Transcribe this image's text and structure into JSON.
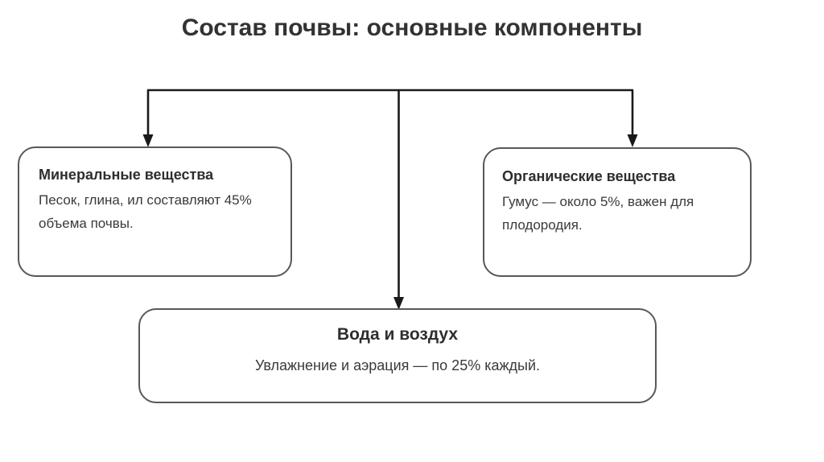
{
  "page": {
    "background_color": "#ffffff",
    "title": "Состав почвы: основные компоненты"
  },
  "theme": {
    "box_border_color": "#585858",
    "connector_color": "#1a1a1a",
    "heading_color": "#2e2e2e",
    "body_color": "#3a3a3a"
  },
  "diagram": {
    "type": "hierarchy",
    "root_label": "Состав почвы: основные компоненты",
    "nodes": [
      {
        "id": "mineral",
        "heading": "Минеральные вещества",
        "body": "Песок, глина, ил составляют 45% объема почвы.",
        "value_percent": 45,
        "align": "left"
      },
      {
        "id": "organic",
        "heading": "Органические вещества",
        "body": "Гумус — около 5%, важен для плодородия.",
        "value_percent": 5,
        "align": "left"
      },
      {
        "id": "water",
        "heading": "Вода и воздух",
        "body": "Увлажнение и аэрация — по 25% каждый.",
        "value_percent": 25,
        "align": "center"
      }
    ],
    "connectors": [
      {
        "id": "to-mineral",
        "from": "root",
        "to": "mineral",
        "shape": "elbow-left",
        "arrow": "down"
      },
      {
        "id": "to-organic",
        "from": "root",
        "to": "organic",
        "shape": "elbow-right",
        "arrow": "down"
      },
      {
        "id": "to-water",
        "from": "root",
        "to": "water",
        "shape": "straight-down",
        "arrow": "down"
      }
    ]
  }
}
